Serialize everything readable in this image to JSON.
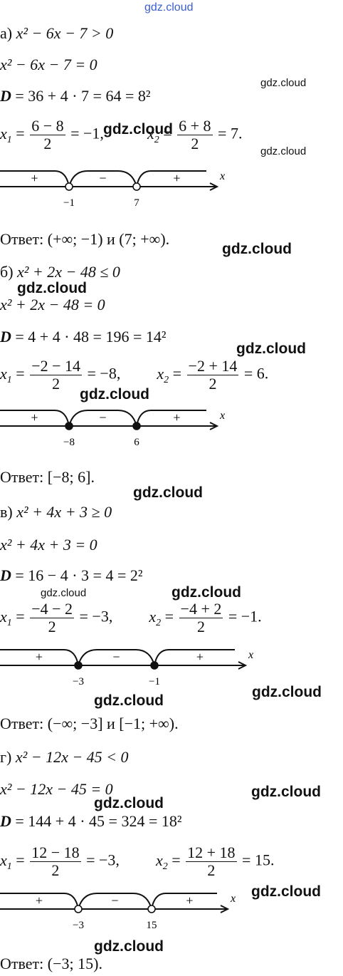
{
  "watermark": "gdz.cloud",
  "problems": [
    {
      "label": "а)",
      "inequality": "x² − 6x − 7 > 0",
      "equation": "x² − 6x − 7 = 0",
      "discriminant": "= 36 + 4 · 7 = 64 = 8²",
      "x1": {
        "num": "6 − 8",
        "den": "2",
        "result": "= −1,"
      },
      "x2": {
        "num": "6 + 8",
        "den": "2",
        "result": "= 7."
      },
      "axis": {
        "left_sign": "+",
        "mid_sign": "−",
        "right_sign": "+",
        "p1": "−1",
        "p2": "7",
        "var": "x",
        "points_filled": false
      },
      "answer_label": "Ответ:",
      "answer": "(+∞; −1) и (7; +∞)."
    },
    {
      "label": "б)",
      "inequality": "x² + 2x − 48 ≤ 0",
      "equation": "x² + 2x − 48 = 0",
      "discriminant": "= 4 + 4 · 48 = 196 = 14²",
      "x1": {
        "num": "−2 − 14",
        "den": "2",
        "result": "= −8,"
      },
      "x2": {
        "num": "−2 + 14",
        "den": "2",
        "result": "= 6."
      },
      "axis": {
        "left_sign": "+",
        "mid_sign": "−",
        "right_sign": "+",
        "p1": "−8",
        "p2": "6",
        "var": "x",
        "points_filled": true
      },
      "answer_label": "Ответ:",
      "answer": "[−8; 6]."
    },
    {
      "label": "в)",
      "inequality": "x² + 4x + 3 ≥ 0",
      "equation": "x² + 4x + 3 = 0",
      "discriminant": "= 16 − 4 · 3 = 4 = 2²",
      "x1": {
        "num": "−4 − 2",
        "den": "2",
        "result": "= −3,"
      },
      "x2": {
        "num": "−4 + 2",
        "den": "2",
        "result": "= −1."
      },
      "axis": {
        "left_sign": "+",
        "mid_sign": "−",
        "right_sign": "+",
        "p1": "−3",
        "p2": "−1",
        "var": "x",
        "points_filled": true
      },
      "answer_label": "Ответ:",
      "answer": "(−∞; −3] и [−1; +∞)."
    },
    {
      "label": "г)",
      "inequality": "x² − 12x − 45 < 0",
      "equation": "x² − 12x − 45 = 0",
      "discriminant": "= 144 + 4 · 45 = 324 = 18²",
      "x1": {
        "num": "12 − 18",
        "den": "2",
        "result": "= −3,"
      },
      "x2": {
        "num": "12 + 18",
        "den": "2",
        "result": "= 15."
      },
      "axis": {
        "left_sign": "+",
        "mid_sign": "−",
        "right_sign": "+",
        "p1": "−3",
        "p2": "15",
        "var": "x",
        "points_filled": false
      },
      "answer_label": "Ответ:",
      "answer": "(−3; 15)."
    }
  ]
}
